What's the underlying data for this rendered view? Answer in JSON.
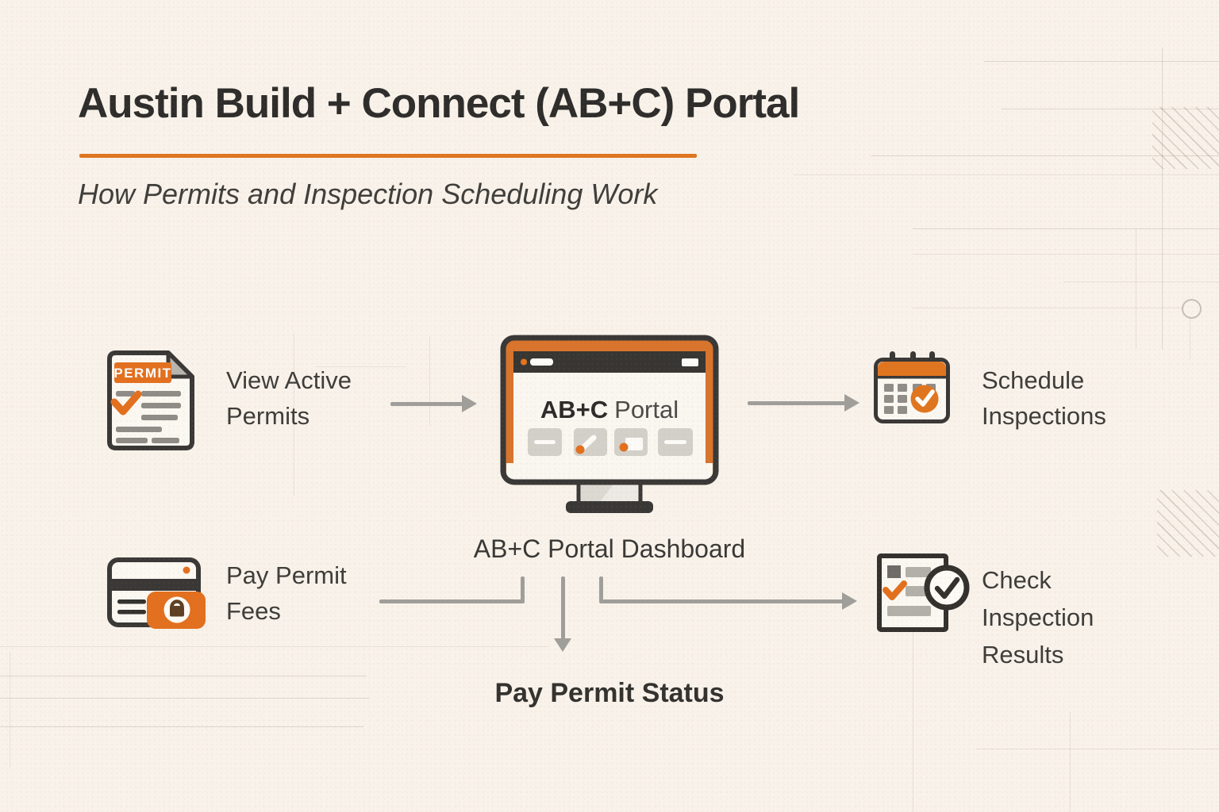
{
  "background_color": "#f8f2ea",
  "colors": {
    "accent_orange": "#e2741f",
    "outline_dark": "#3a3836",
    "arrow_gray": "#a09e9a",
    "text_dark": "#33322f"
  },
  "header": {
    "title": "Austin Build + Connect (AB+C) Portal",
    "subtitle": "How Permits and Inspection Scheduling Work"
  },
  "portal": {
    "screen_title_bold": "AB+C",
    "screen_title_regular": "Portal",
    "caption": "AB+C Portal Dashboard"
  },
  "nodes": {
    "view_permits": {
      "label": "View Active\nPermits",
      "icon": "permit-document-icon",
      "document_badge": "PERMIT"
    },
    "schedule_inspections": {
      "label": "Schedule\nInspections",
      "icon": "calendar-check-icon"
    },
    "pay_fees": {
      "label": "Pay Permit\nFees",
      "icon": "credit-card-lock-icon"
    },
    "check_results": {
      "label": "Check\nInspection\nResults",
      "icon": "checklist-verified-icon"
    },
    "permit_status": {
      "label": "Pay Permit Status"
    }
  }
}
